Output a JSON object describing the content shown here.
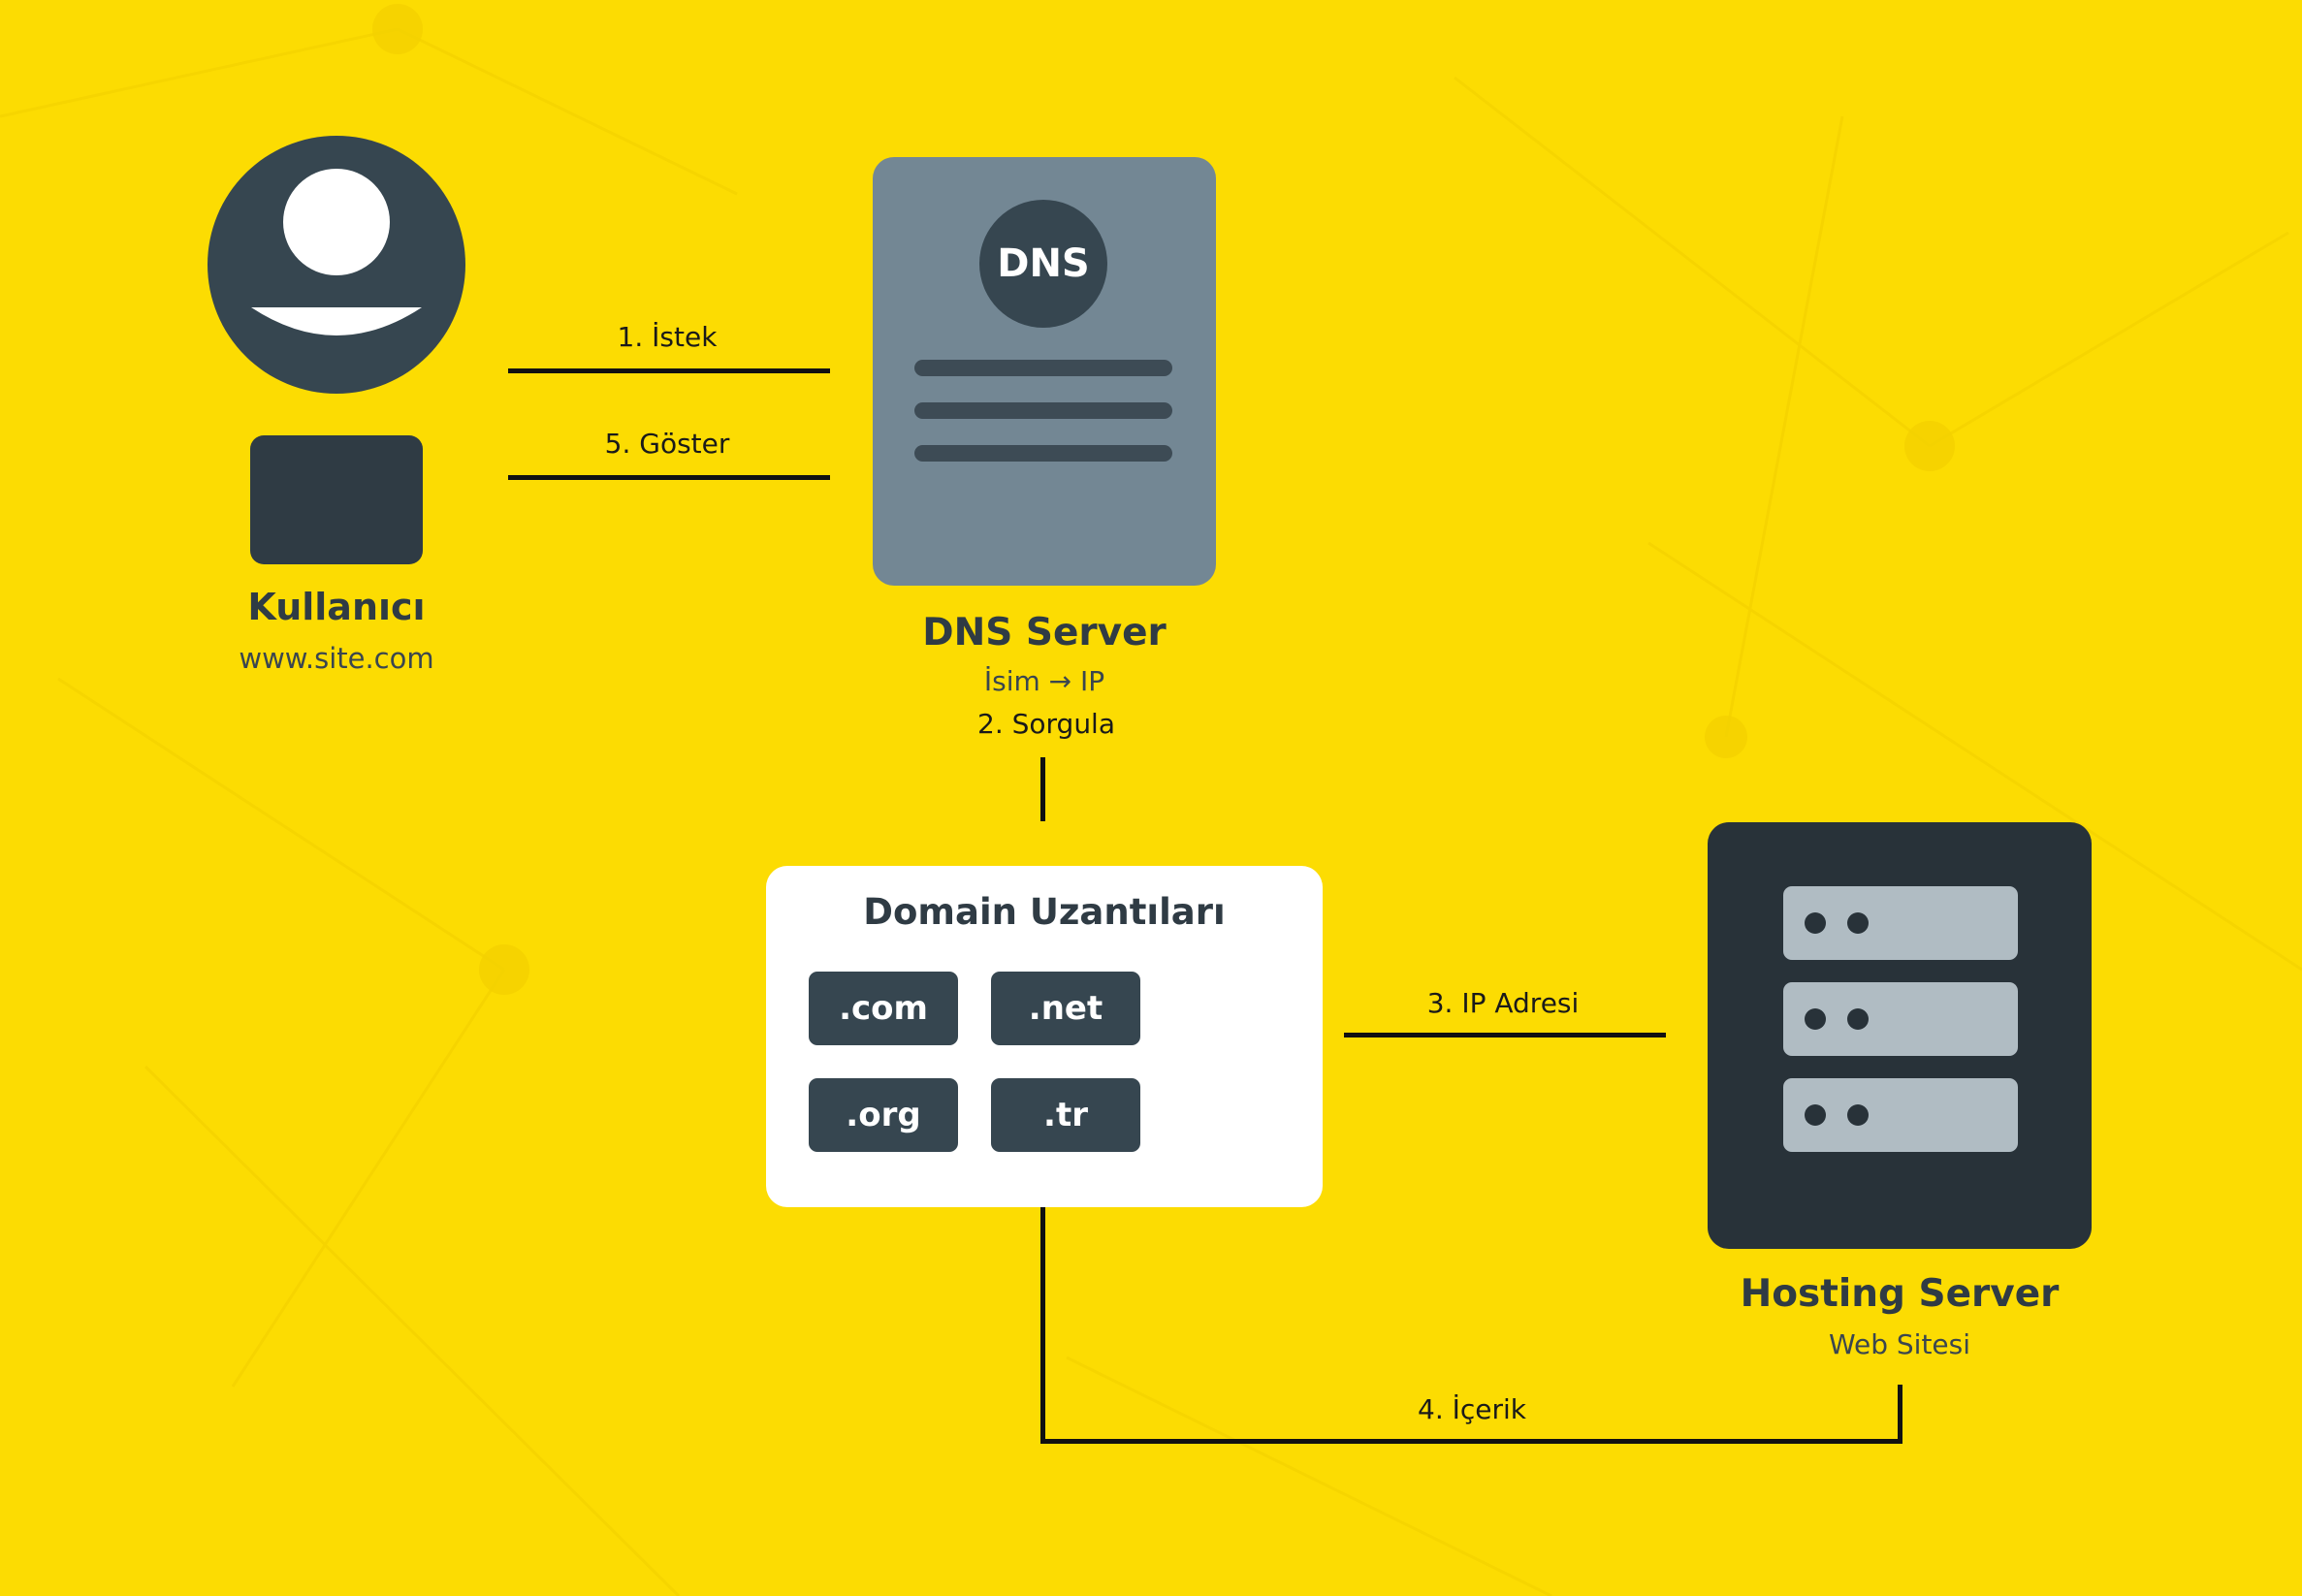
{
  "user": {
    "title": "Kullanıcı",
    "subtitle": "www.site.com"
  },
  "dns": {
    "badge": "DNS",
    "title": "DNS Server",
    "subtitle": "İsim → IP"
  },
  "domain": {
    "title": "Domain Uzantıları",
    "tlds": [
      ".com",
      ".net",
      ".org",
      ".tr"
    ]
  },
  "hosting": {
    "title": "Hosting Server",
    "subtitle": "Web Sitesi"
  },
  "steps": {
    "request": "1. İstek",
    "query": "2. Sorgula",
    "ip_address": "3. IP Adresi",
    "content": "4. İçerik",
    "display": "5. Göster"
  },
  "colors": {
    "background": "#FCDC02",
    "dark": "#364650",
    "dns_card": "#738794",
    "server": "#283239",
    "rack": "#B0BCC3",
    "white": "#FFFFFF"
  }
}
